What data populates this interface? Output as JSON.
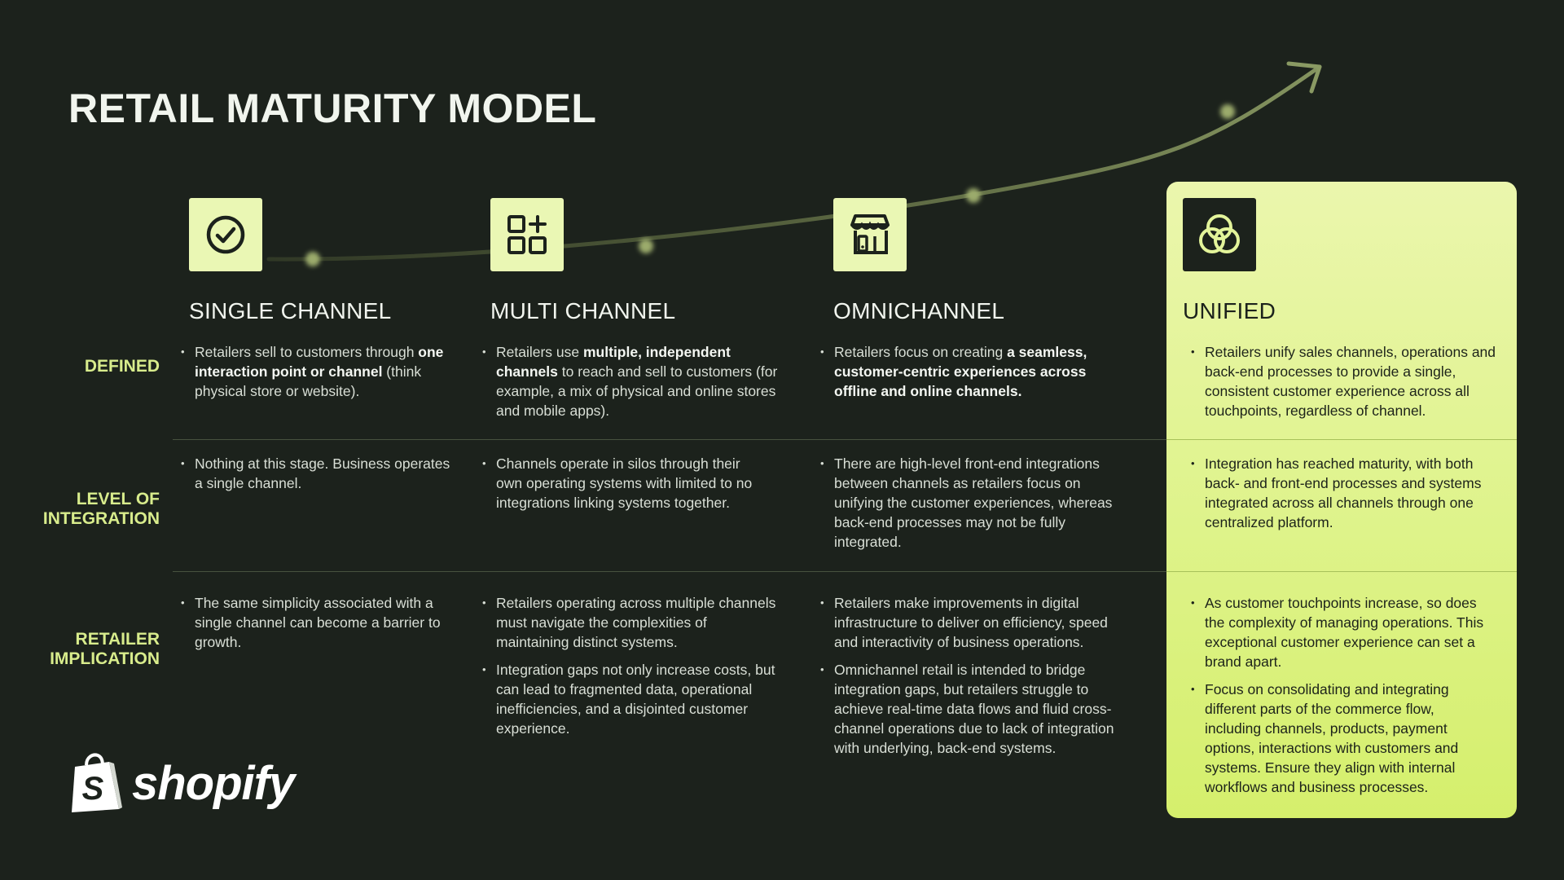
{
  "title": "RETAIL MATURITY MODEL",
  "row_labels": {
    "defined": "DEFINED",
    "integration_l1": "LEVEL OF",
    "integration_l2": "INTEGRATION",
    "implication_l1": "RETAILER",
    "implication_l2": "IMPLICATION"
  },
  "columns": [
    {
      "title": "SINGLE CHANNEL",
      "icon": "check-circle-icon",
      "defined": [
        [
          {
            "t": "Retailers sell to customers through "
          },
          {
            "t": "one interaction point or channel",
            "b": true
          },
          {
            "t": " (think physical store or website)."
          }
        ]
      ],
      "integration": [
        [
          {
            "t": "Nothing at this stage. Business operates a single channel."
          }
        ]
      ],
      "implication": [
        [
          {
            "t": "The same simplicity associated with a single channel can become a barrier to growth."
          }
        ]
      ]
    },
    {
      "title": "MULTI CHANNEL",
      "icon": "grid-plus-icon",
      "defined": [
        [
          {
            "t": "Retailers use "
          },
          {
            "t": "multiple, independent channels",
            "b": true
          },
          {
            "t": " to reach and sell to customers (for example, a mix of physical and online stores and mobile apps)."
          }
        ]
      ],
      "integration": [
        [
          {
            "t": "Channels operate in silos through their own operating systems with limited to no integrations linking systems together."
          }
        ]
      ],
      "implication": [
        [
          {
            "t": "Retailers operating across multiple channels must navigate the complexities of maintaining distinct systems."
          }
        ],
        [
          {
            "t": "Integration gaps not only increase costs, but can lead to fragmented data, operational inefficiencies, and a disjointed customer experience."
          }
        ]
      ]
    },
    {
      "title": "OMNICHANNEL",
      "icon": "storefront-icon",
      "defined": [
        [
          {
            "t": "Retailers focus on creating "
          },
          {
            "t": "a seamless, customer-centric experiences across offline and online channels.",
            "b": true
          }
        ]
      ],
      "integration": [
        [
          {
            "t": "There are high-level front-end integrations between channels as retailers focus on unifying the customer experiences, whereas back-end processes may not be fully integrated."
          }
        ]
      ],
      "implication": [
        [
          {
            "t": "Retailers make improvements in digital infrastructure to deliver on efficiency, speed and interactivity of business operations."
          }
        ],
        [
          {
            "t": "Omnichannel retail is intended to bridge integration gaps, but retailers struggle to achieve real-time data flows and fluid cross-channel operations due to lack of integration with underlying, back-end systems."
          }
        ]
      ]
    },
    {
      "title": "UNIFIED",
      "icon": "overlapping-circles-icon",
      "defined": [
        [
          {
            "t": "Retailers unify sales channels, operations and back-end processes to provide a single, consistent customer experience across all touchpoints, regardless of channel."
          }
        ]
      ],
      "integration": [
        [
          {
            "t": "Integration has reached maturity, with both back- and front-end processes and systems integrated across all channels through one centralized platform."
          }
        ]
      ],
      "implication": [
        [
          {
            "t": "As customer touchpoints increase, so does the complexity of managing operations. This exceptional customer experience can set a brand apart."
          }
        ],
        [
          {
            "t": "Focus on consolidating and integrating different parts of the commerce flow, including channels, products, payment options, interactions with customers and systems. Ensure they align with internal workflows and business processes."
          }
        ]
      ]
    }
  ],
  "logo": {
    "wordmark": "shopify",
    "bag_letter": "S",
    "icon": "shopify-bag-icon"
  },
  "colors": {
    "background": "#1c221c",
    "accent": "#d8ec8c",
    "panel": "#e3f49a",
    "icon_box": "#eaf7b4"
  }
}
